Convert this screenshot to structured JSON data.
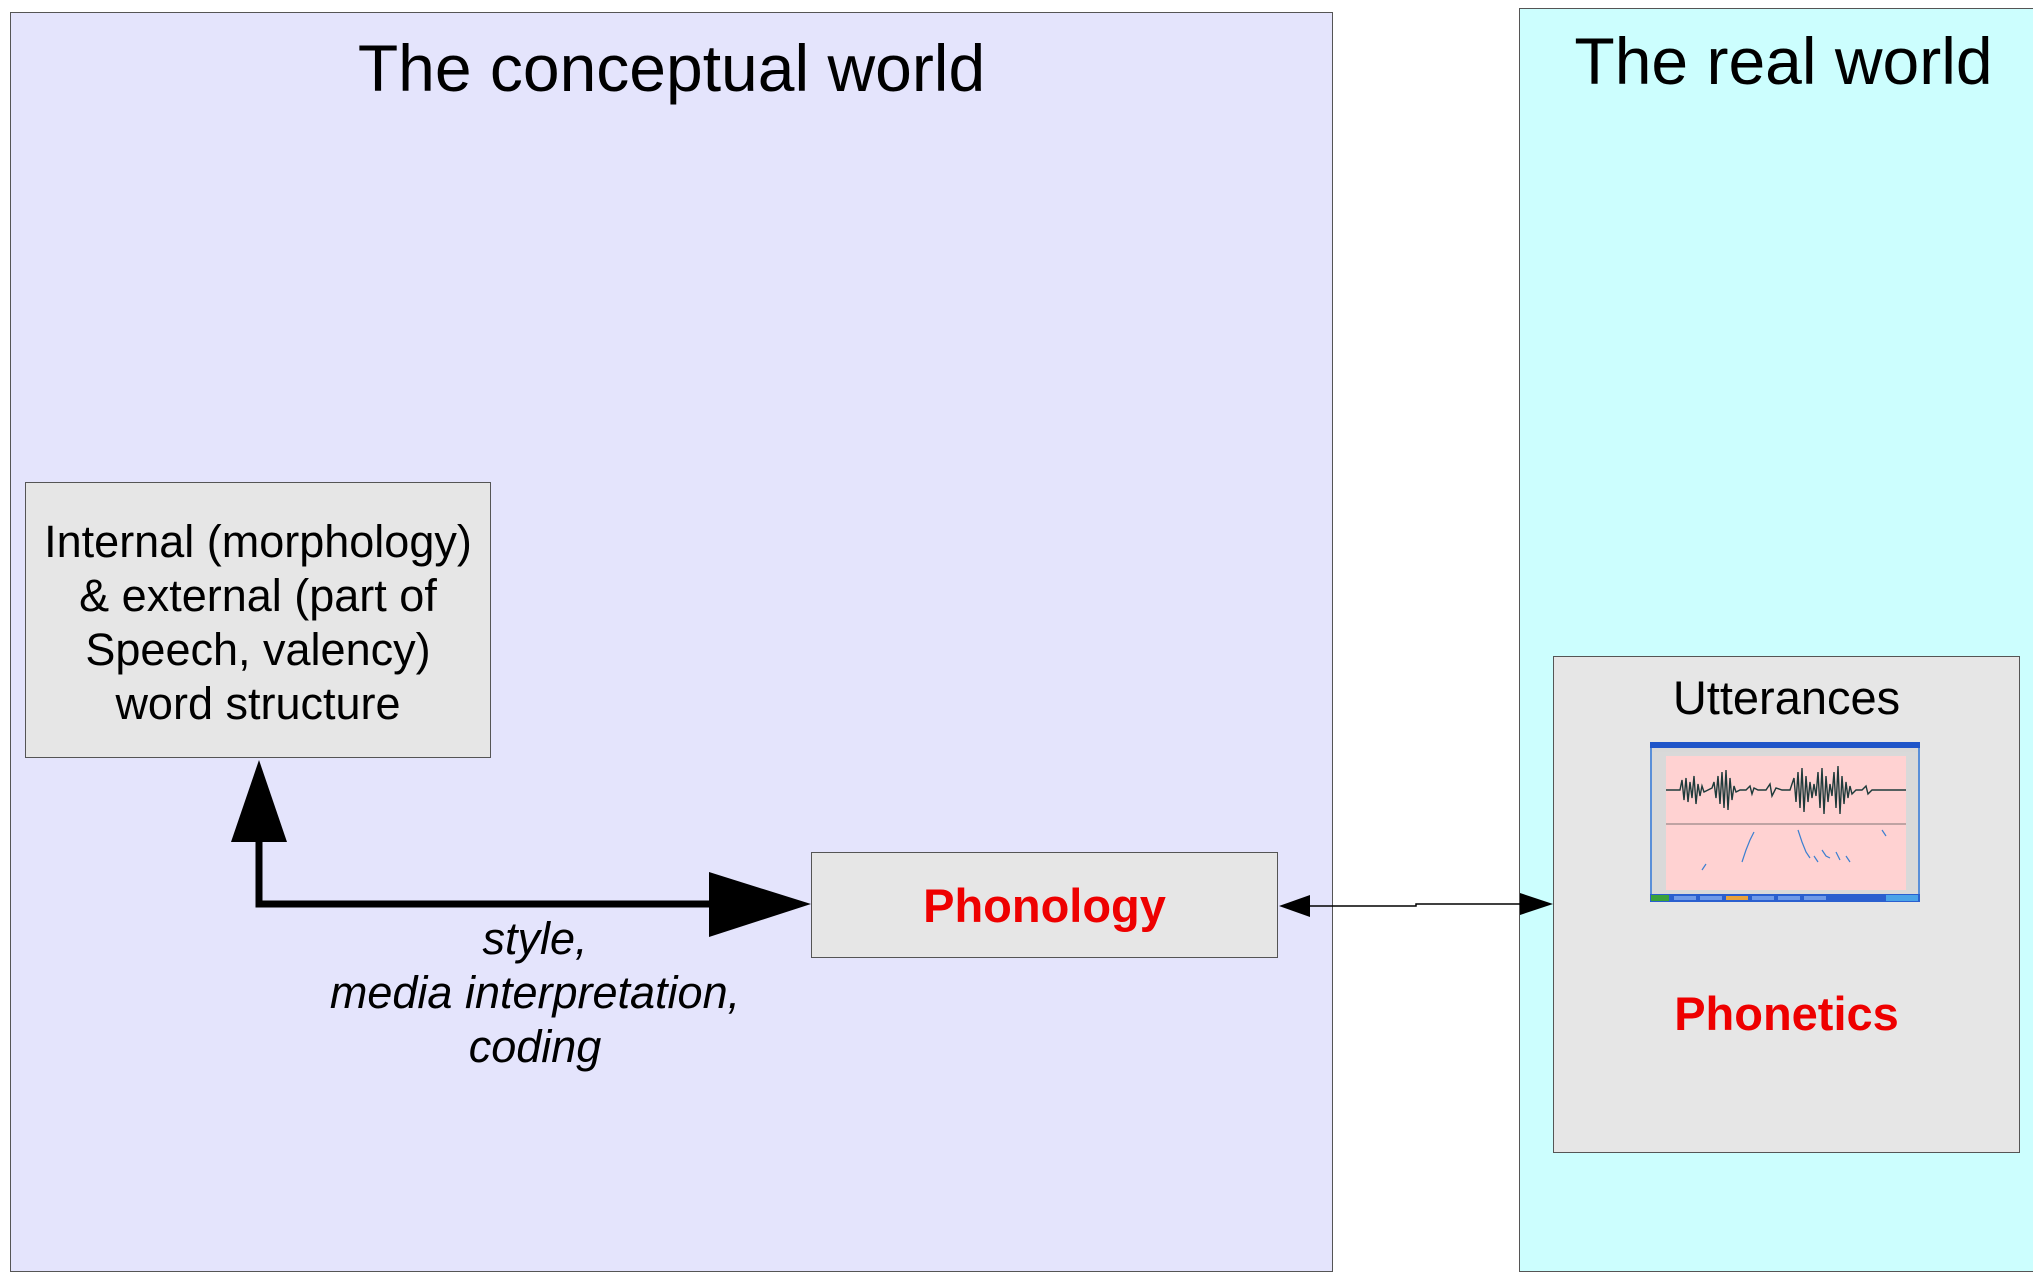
{
  "conceptual_world": {
    "title": "The conceptual world",
    "word_structure_lines": [
      "Internal (morphology)",
      "& external (part of",
      "Speech, valency)",
      "word structure"
    ],
    "phonology_label": "Phonology",
    "style_label_lines": [
      "style,",
      "media interpretation,",
      "coding"
    ]
  },
  "real_world": {
    "title": "The real world",
    "utterances_label": "Utterances",
    "phonetics_label": "Phonetics"
  },
  "colors": {
    "conceptual_bg": "#e4e4fc",
    "real_bg": "#ccfefe",
    "box_bg": "#e6e6e6",
    "highlight_text": "#ee0000"
  },
  "icons": {
    "utterances_image": "speech-waveform-screenshot"
  }
}
